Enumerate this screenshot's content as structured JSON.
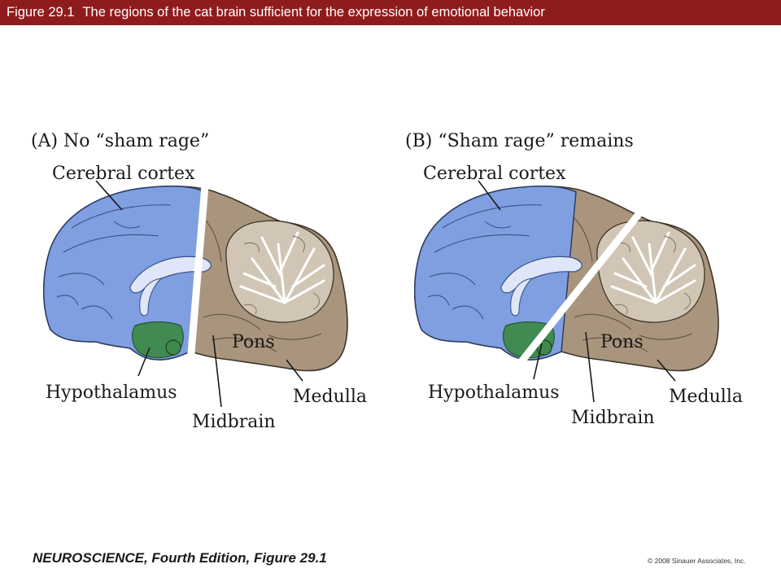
{
  "header": {
    "figure_number": "Figure 29.1",
    "title": "The regions of the cat brain sufficient for the expression of emotional behavior",
    "bar_color": "#8f1c1c"
  },
  "panels": [
    {
      "heading": "(A)  No “sham rage”",
      "labels": {
        "cortex": "Cerebral cortex",
        "hypothalamus": "Hypothalamus",
        "midbrain": "Midbrain",
        "pons": "Pons",
        "medulla": "Medulla"
      }
    },
    {
      "heading": "(B)  “Sham rage” remains",
      "labels": {
        "cortex": "Cerebral cortex",
        "hypothalamus": "Hypothalamus",
        "midbrain": "Midbrain",
        "pons": "Pons",
        "medulla": "Medulla"
      }
    }
  ],
  "colors": {
    "cortex": "#7f9fe0",
    "hypothalamus": "#3e8a4c",
    "brainstem": "#a9957d",
    "white_matter": "#dfe6f7"
  },
  "footer": {
    "source": "NEUROSCIENCE, Fourth Edition, Figure 29.1",
    "copyright": "© 2008 Sinauer Associates, Inc."
  }
}
